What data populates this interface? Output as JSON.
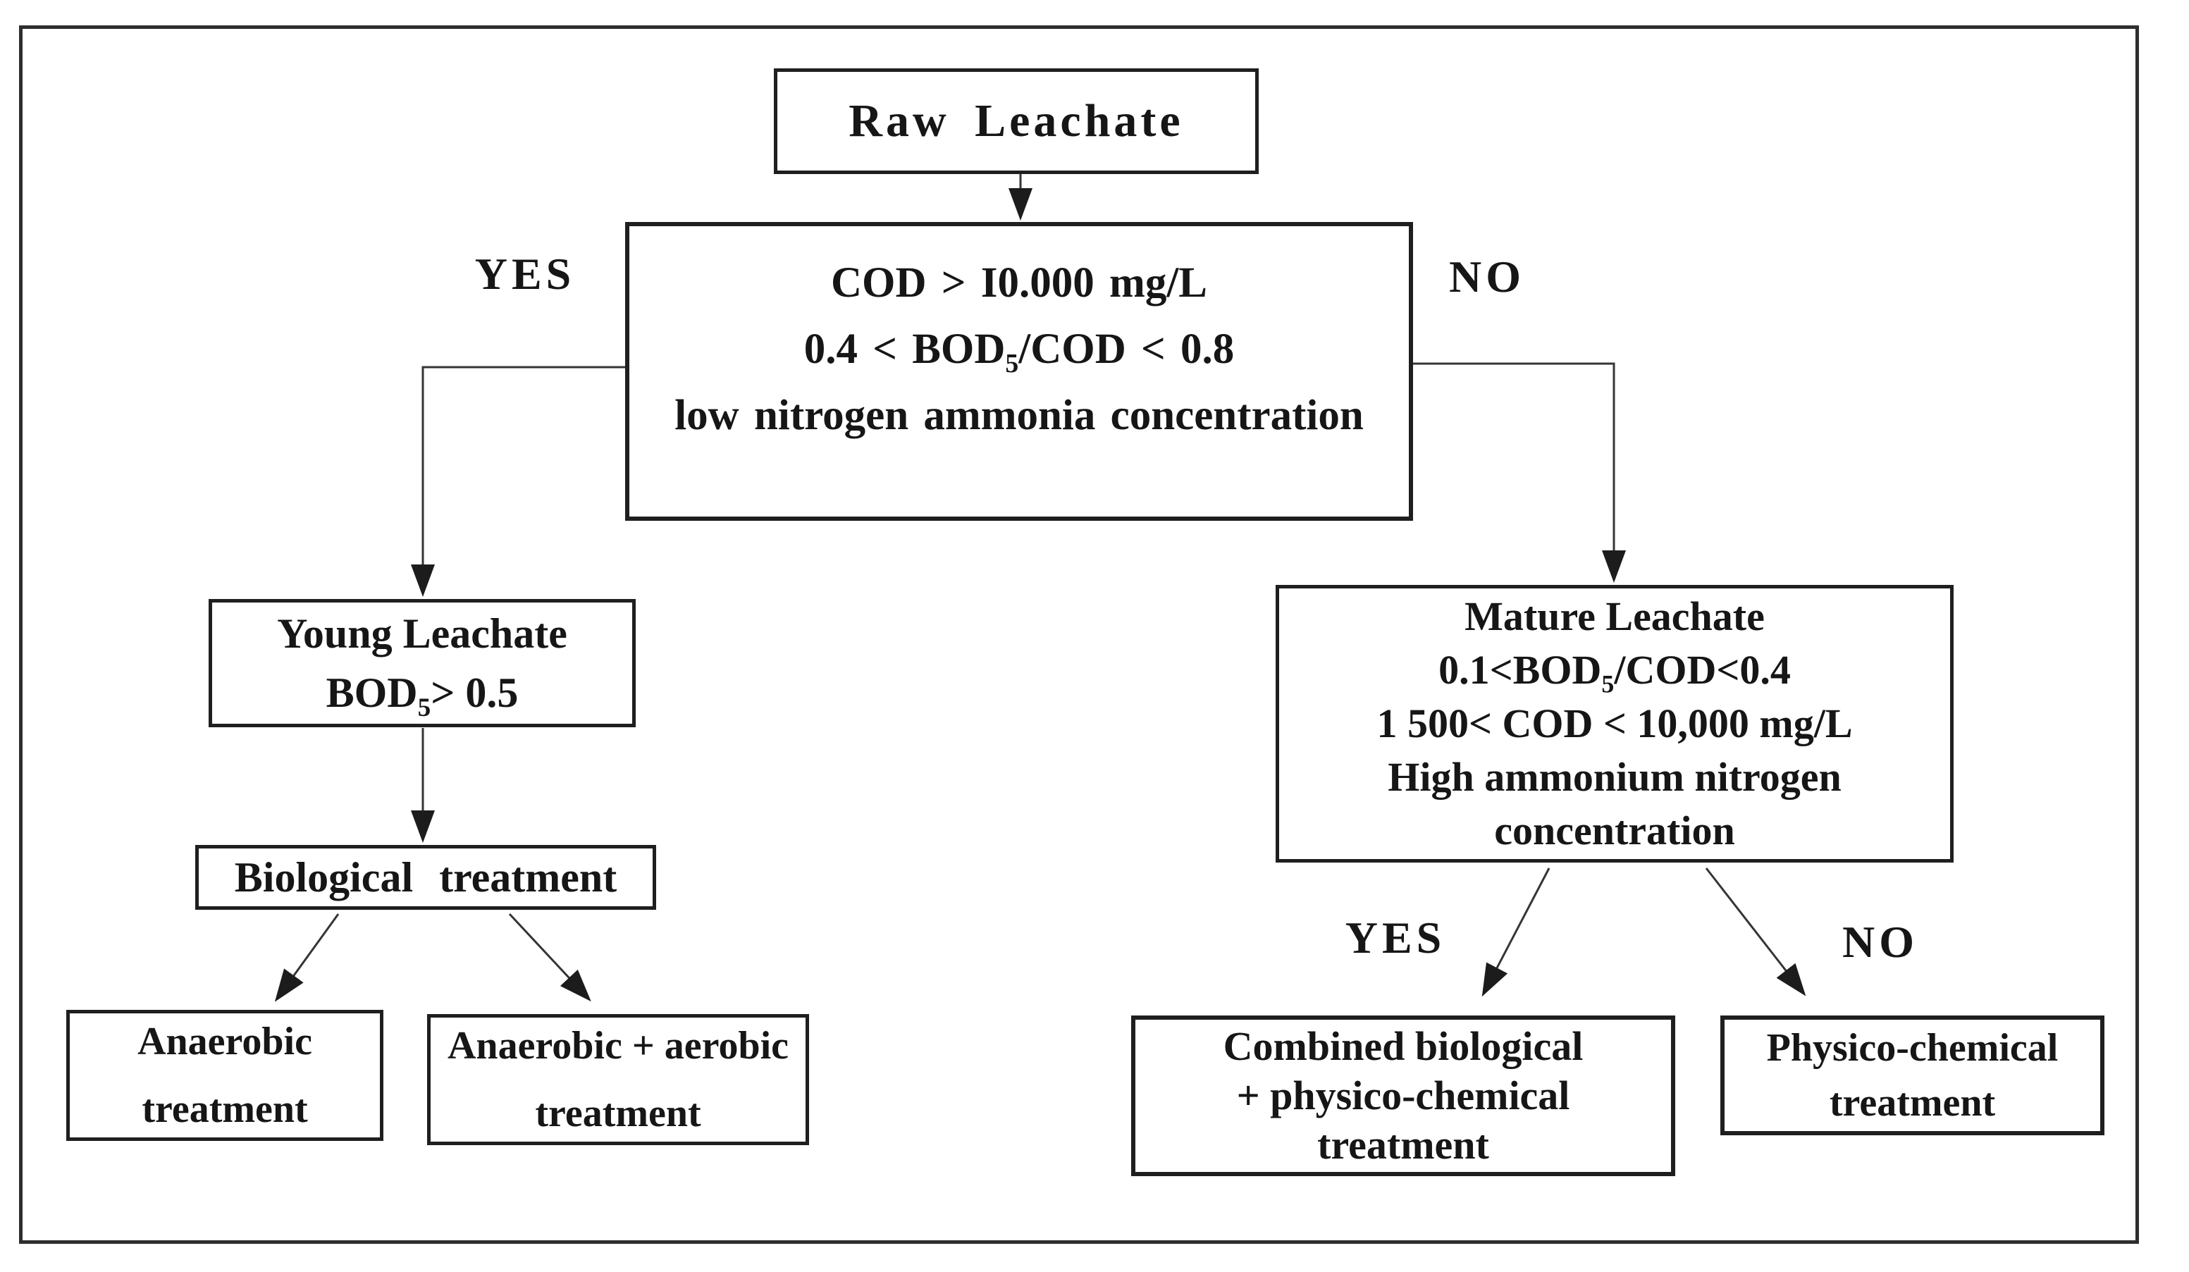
{
  "diagram": {
    "type": "flowchart",
    "colors": {
      "ink": "#1a1a1a",
      "background": "#ffffff"
    },
    "nodes": {
      "raw": {
        "text": "Raw Leachate"
      },
      "criteria": {
        "line1": "COD > I0.000 mg/L",
        "line2": {
          "pre": "0.4 < BOD",
          "sub": "5",
          "post": "/COD < 0.8"
        },
        "line3": "low nitrogen ammonia concentration"
      },
      "young": {
        "line1": "Young Leachate",
        "line2": {
          "pre": "BOD",
          "sub": "5",
          "post": "> 0.5"
        }
      },
      "mature": {
        "line1": "Mature Leachate",
        "line2": {
          "pre": "0.1<BOD",
          "sub": "5",
          "post": "/COD<0.4"
        },
        "line3": "1 500< COD < 10,000 mg/L",
        "line4": "High ammonium nitrogen",
        "line5": "concentration"
      },
      "biological": {
        "text": "Biological treatment"
      },
      "anaerobic": {
        "line1": "Anaerobic",
        "line2": "treatment"
      },
      "anaerobic_aerobic": {
        "line1": "Anaerobic + aerobic",
        "line2": "treatment"
      },
      "combined": {
        "line1": "Combined biological",
        "line2": "+ physico-chemical",
        "line3": "treatment"
      },
      "physico": {
        "line1": "Physico-chemical",
        "line2": "treatment"
      }
    },
    "edge_labels": {
      "yes_top": "YES",
      "no_top": "NO",
      "yes_bottom": "YES",
      "no_bottom": "NO"
    }
  }
}
